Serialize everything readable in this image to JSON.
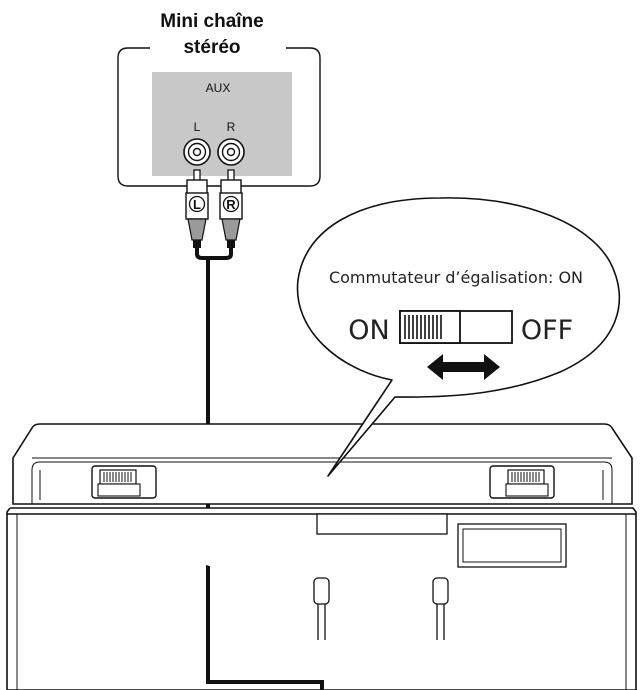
{
  "device": {
    "title_line1": "Mini chaîne",
    "title_line2": "stéréo",
    "input_label": "AUX",
    "jack_left": "L",
    "jack_right": "R"
  },
  "cable": {
    "plug_left": "L",
    "plug_right": "R"
  },
  "callout": {
    "caption": "Commutateur d’égalisation: ON",
    "switch_on": "ON",
    "switch_off": "OFF",
    "switch_position": "ON"
  },
  "colors": {
    "panel": "#c8c8c8",
    "line": "#111111",
    "cable": "#111111"
  },
  "icons": [
    "double-arrow-icon",
    "rca-jack-icon",
    "rca-plug-icon"
  ]
}
